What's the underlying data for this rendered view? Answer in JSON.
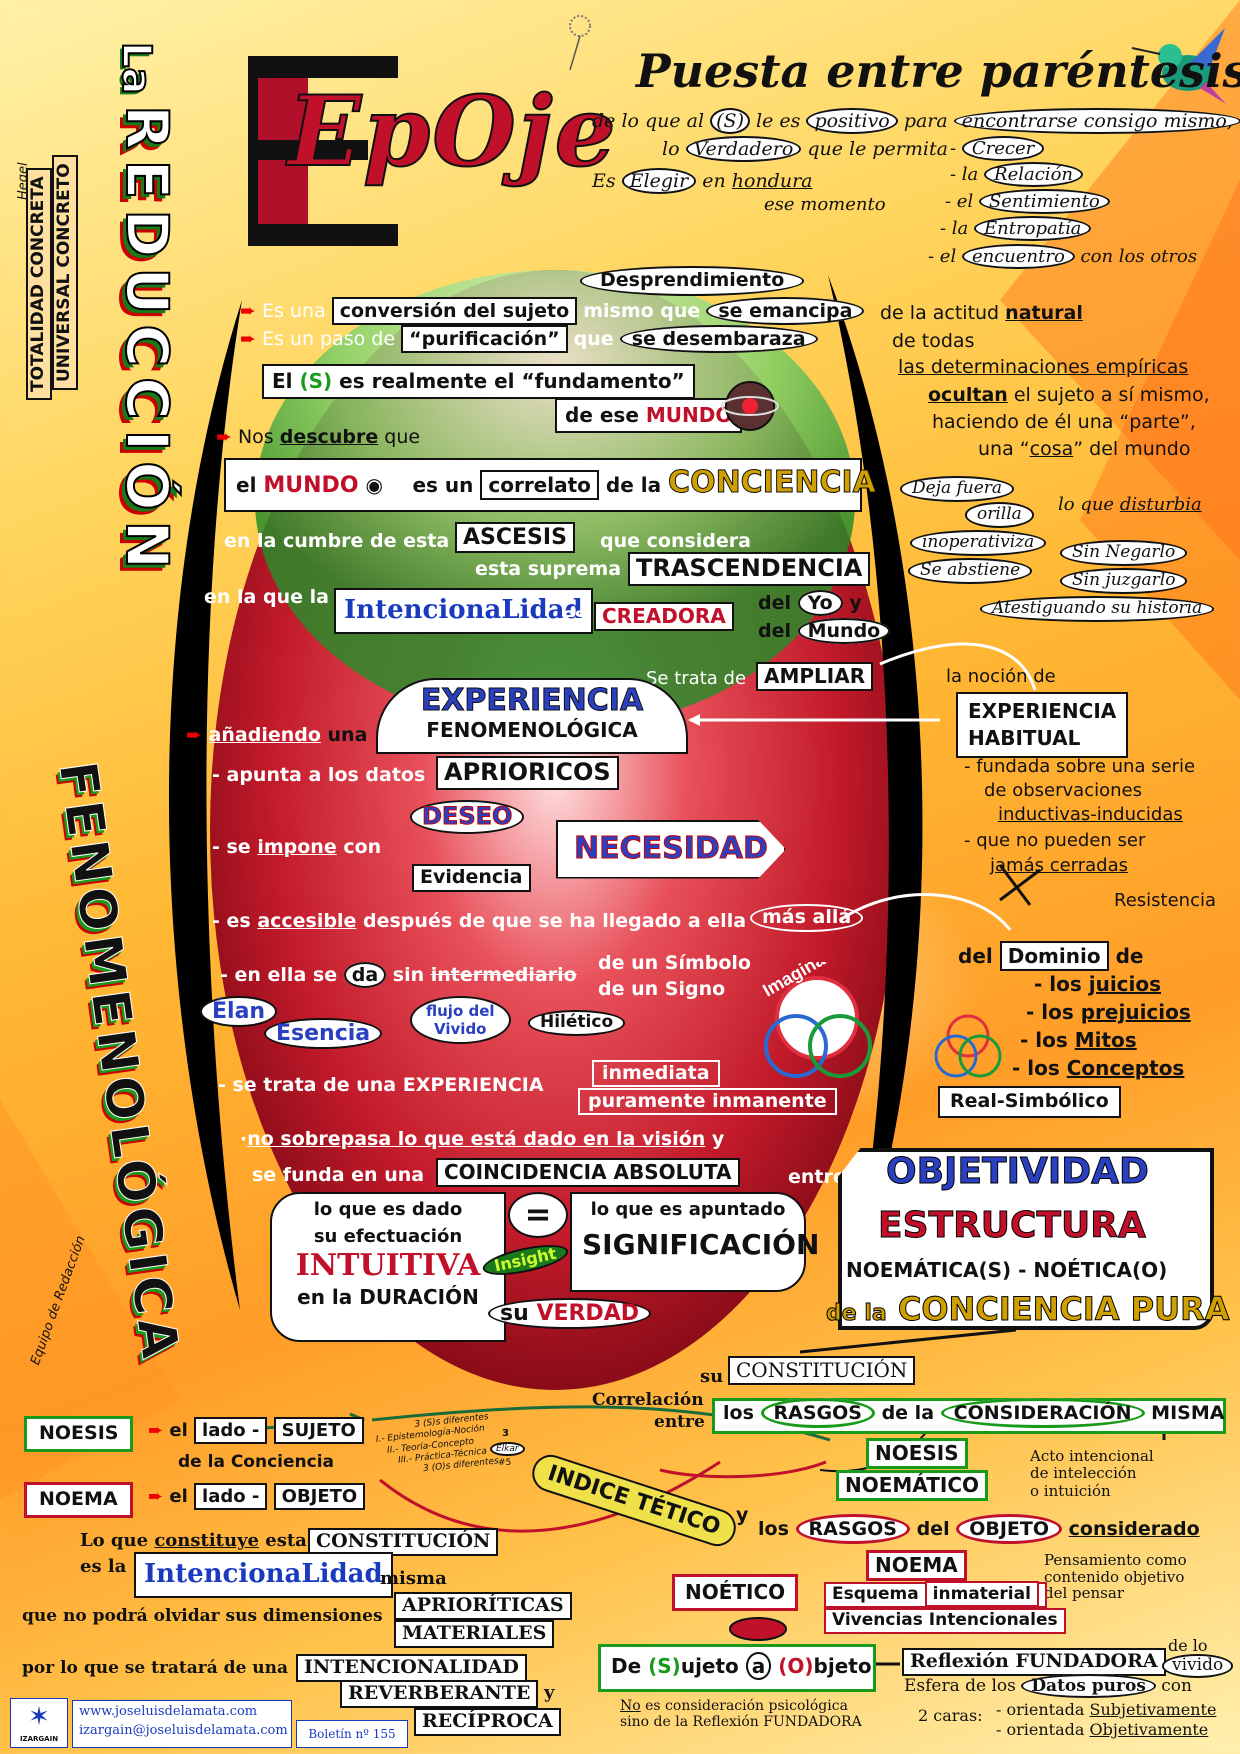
{
  "title": {
    "epoje": "EpOje",
    "heading": "Puesta entre paréntesis"
  },
  "sidebar": {
    "la": "La",
    "reduccion": "REDUCCIÓN",
    "fenomenologica": "FENOMENOLÓGICA",
    "hegel": "Hegel",
    "totalidad": "TOTALIDAD CONCRETA",
    "universal": "UNIVERSAL CONCRETO",
    "equipo": "Equipo de Redacción"
  },
  "intro": {
    "l1a": "de lo que al",
    "l1s": "(S)",
    "l1b": "le es",
    "l1pos": "positivo",
    "l1c": "para",
    "l1d": "encontrarse consigo mismo,",
    "l2a": "lo",
    "l2v": "Verdadero",
    "l2b": "que le permita",
    "l3a": "Es",
    "l3e": "Elegir",
    "l3b": "en",
    "l3h": "hondura",
    "l3c": "ese momento",
    "crecer": "Crecer",
    "relacion": "Relación",
    "sentimiento": "Sentimiento",
    "entropatia": "Entropatía",
    "encuentro": "encuentro",
    "la1": "- la",
    "el1": "- el",
    "la2": "- la",
    "el2": "- el",
    "otros": "con los otros",
    "dash": "-"
  },
  "conv": {
    "desprend": "Desprendimiento",
    "esuna": "Es una",
    "conversion": "conversión del sujeto",
    "mismo": "mismo que",
    "emancipa": "se emancipa",
    "actitud": "de la actitud",
    "natural": "natural",
    "paso": "Es un paso de",
    "purif": "“purificación”",
    "que": "que",
    "desemb": "se desembaraza",
    "todas": "de todas",
    "determ": "las determinaciones empíricas",
    "ocultan": "ocultan",
    "suj": "el sujeto a sí mismo,",
    "haciendo": "haciendo de él una “parte”,",
    "cosa1": "una “",
    "cosa": "cosa",
    "cosa2": "” del mundo",
    "elS": "El",
    "S": "(S)",
    "fund": "es realmente el “fundamento”",
    "demundo": "de ese",
    "mundo": "MUNDO"
  },
  "descubre": {
    "nos": "Nos",
    "desc": "descubre",
    "que": "que",
    "el": "el",
    "mundo": "MUNDO",
    "esun": "es un",
    "correlato": "correlato",
    "dela": "de la",
    "conciencia": "CONCIENCIA"
  },
  "ascesis": {
    "cumbre": "en la cumbre de esta",
    "ascesis": "ASCESIS",
    "considera": "que considera",
    "suprema": "esta suprema",
    "trasc": "TRASCENDENCIA",
    "enla": "en la que la",
    "intenc": "IntencionaLidad",
    "es": "es",
    "creadora": "CREADORA",
    "del1": "del",
    "yo": "Yo",
    "y": "y",
    "del2": "del",
    "mundo": "Mundo"
  },
  "right1": {
    "deja": "Deja fuera",
    "orilla": "orilla",
    "inop": "inoperativiza",
    "abst": "Se abstiene",
    "loque": "lo que",
    "disturbia": "disturbia",
    "negar": "Sin Negarlo",
    "juzgar": "Sin juzgarlo",
    "atest": "Atestiguando su historia"
  },
  "ampliar": {
    "trata": "Se trata de",
    "ampliar": "AMPLIAR",
    "nocion": "la noción",
    "de": "de",
    "exp": "EXPERIENCIA",
    "hab": "HABITUAL",
    "f1": "- fundada sobre una serie",
    "f2": "de observaciones",
    "f3": "inductivas-inducidas",
    "f4": "- que no pueden ser",
    "f5": "jamás cerradas",
    "resist": "Resistencia"
  },
  "fenom": {
    "experiencia": "EXPERIENCIA",
    "fenomenologica": "FENOMENOLÓGICA",
    "anadiendo": "añadiendo",
    "una": "una",
    "apunta": "- apunta a los datos",
    "aprioricos": "APRIORICOS",
    "impone1": "- se",
    "impone": "impone",
    "impone2": "con",
    "deseo": "DESEO",
    "necesidad": "NECESIDAD",
    "evidencia": "Evidencia",
    "accesible1": "- es",
    "accesible": "accesible",
    "accesible2": "después de que se ha llegado a ella",
    "masalla": "más allá",
    "enella": "- en ella",
    "se": "se",
    "da": "da",
    "sin": "sin",
    "intermed": "intermediario",
    "simbolo": "de un Símbolo",
    "signo": "de un Signo",
    "elan": "Élan",
    "esencia": "Esencia",
    "flujo": "flujo del",
    "vivido": "Vivido",
    "hiletico": "Hilético",
    "imaginario": "Imaginario",
    "trata": "- se trata de una",
    "experiencia2": "EXPERIENCIA",
    "inmediata": "inmediata",
    "inmanente": "puramente inmanente",
    "nosobre": "no sobrepasa lo que está dado en la visión",
    "y": "y",
    "funda": "se funda en una",
    "coinc": "COINCIDENCIA ABSOLUTA",
    "entre": "entre",
    "dado": "lo que es dado",
    "igual": "=",
    "apuntado": "lo que es apuntado",
    "efect": "su efectuación",
    "intuitiva": "INTUITIVA",
    "insight": "Insight",
    "signif": "SIGNIFICACIÓN",
    "duracion1": "en la",
    "duracion": "DURACIÓN",
    "su": "su",
    "verdad": "VERDAD"
  },
  "dominio": {
    "del": "del",
    "dominio": "Dominio",
    "de": "de",
    "juicios1": "- los",
    "juicios": "juicios",
    "prej1": "- los",
    "prej": "prejuicios",
    "mitos1": "- los",
    "mitos": "Mitos",
    "conc1": "- los",
    "conc": "Conceptos",
    "real": "Real-Simbólico"
  },
  "objetividad": {
    "obj": "OBJETIVIDAD",
    "estr": "ESTRUCTURA",
    "noem": "NOEMÁTICA(S) - NOÉTICA(O)",
    "dela": "de la",
    "conciencia": "CONCIENCIA PURA"
  },
  "bottom": {
    "su": "su",
    "constitucion": "CONSTITUCIÓN",
    "correl": "Correlación",
    "entre": "entre",
    "los": "los",
    "rasgos": "RASGOS",
    "dela": "de la",
    "consid": "CONSIDERACIÓN",
    "misma": "MISMA",
    "noesis": "NOESIS",
    "noematico": "NOEMÁTICO",
    "acto": "Acto intencional",
    "acto2": "de intelección",
    "acto3": "o intuición",
    "y": "y",
    "los2": "los",
    "rasgos2": "RASGOS",
    "del": "del",
    "objeto": "OBJETO",
    "considerado": "considerado",
    "noema": "NOEMA",
    "pens1": "Pensamiento como",
    "pens2": "contenido objetivo",
    "pens3": "del pensar",
    "noetico": "NOÉTICO",
    "esquema": "Esquema",
    "inmaterial": "inmaterial",
    "vivencias": "Vivencias Intencionales",
    "noesisL": "NOESIS",
    "elL": "el",
    "ladoL": "lado -",
    "sujetoL": "SUJETO",
    "conciencia": "de la Conciencia",
    "noemaL": "NOEMA",
    "elL2": "el",
    "ladoL2": "lado -",
    "objetoL": "OBJETO",
    "e1": "3 (S)s diferentes",
    "e2": "I.- Epistemología-Noción",
    "e3": "II.- Teoría-Concepto",
    "e4": "III.- Práctica-Técnica",
    "e5": "3 (O)s diferentes",
    "e6": "3",
    "e7": "Elkar",
    "e8": "#5",
    "indice": "INDICE TÉTICO",
    "lo": "Lo que",
    "constituye": "constituye",
    "esta": "esta",
    "constitucion2": "CONSTITUCIÓN",
    "esla": "es la",
    "intenc": "IntencionaLidad",
    "misma2": "misma",
    "noolv": "que no podrá olvidar sus dimensiones",
    "aprior": "APRIORÍTICAS",
    "mater": "MATERIALES",
    "trat": "por lo que se tratará de una",
    "int": "INTENCIONALIDAD",
    "rever": "REVERBERANTE",
    "y2": "y",
    "recip": "RECÍPROCA",
    "de": "De",
    "S": "(S)",
    "ujeto": "ujeto",
    "a": "a",
    "O": "(O)",
    "bjeto": "bjeto",
    "nopsic": "No",
    "nopsic2": "es consideración psicológica",
    "sino": "sino de la Reflexión FUNDADORA",
    "reflex": "Reflexión FUNDADORA",
    "delo": "de lo",
    "vivido": "vivido",
    "esfera": "Esfera de los",
    "datos": "Datos puros",
    "con": "con",
    "caras": "2 caras:",
    "subj1": "- orientada",
    "subj": "Subjetivamente",
    "obj1": "- orientada",
    "obj": "Objetivamente",
    "url": "www.joseluisdelamata.com",
    "mail": "izargain@joseluisdelamata.com",
    "boletin": "Boletín nº 155",
    "logo": "IZARGAIN"
  }
}
